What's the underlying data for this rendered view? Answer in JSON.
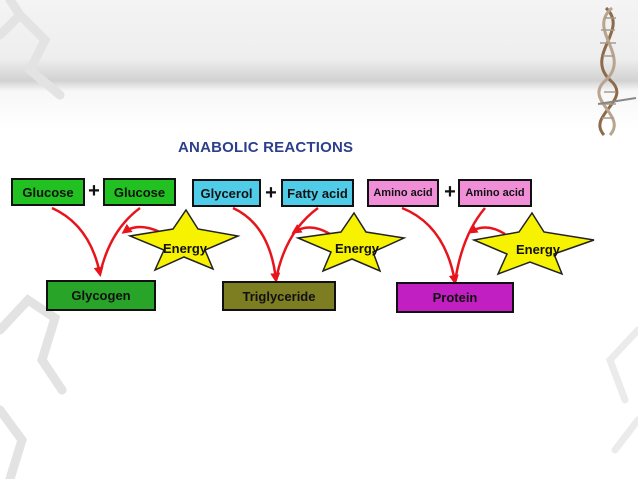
{
  "title": "ANABOLIC REACTIONS",
  "operator": "+",
  "reactions": [
    {
      "reactant_a": "Glucose",
      "reactant_b": "Glucose",
      "energy": "Energy",
      "product": "Glycogen",
      "colors": {
        "reactant": "#22c122",
        "product": "#28a428"
      }
    },
    {
      "reactant_a": "Glycerol",
      "reactant_b": "Fatty acid",
      "energy": "Energy",
      "product": "Triglyceride",
      "colors": {
        "reactant": "#4fcde8",
        "product": "#7d7d22"
      }
    },
    {
      "reactant_a": "Amino acid",
      "reactant_b": "Amino acid",
      "energy": "Energy",
      "product": "Protein",
      "colors": {
        "reactant": "#f08ed8",
        "product": "#c21fc2"
      }
    }
  ],
  "colors": {
    "arrow": "#e8141c",
    "star": "#f7f200",
    "title": "#2d3f8c"
  }
}
